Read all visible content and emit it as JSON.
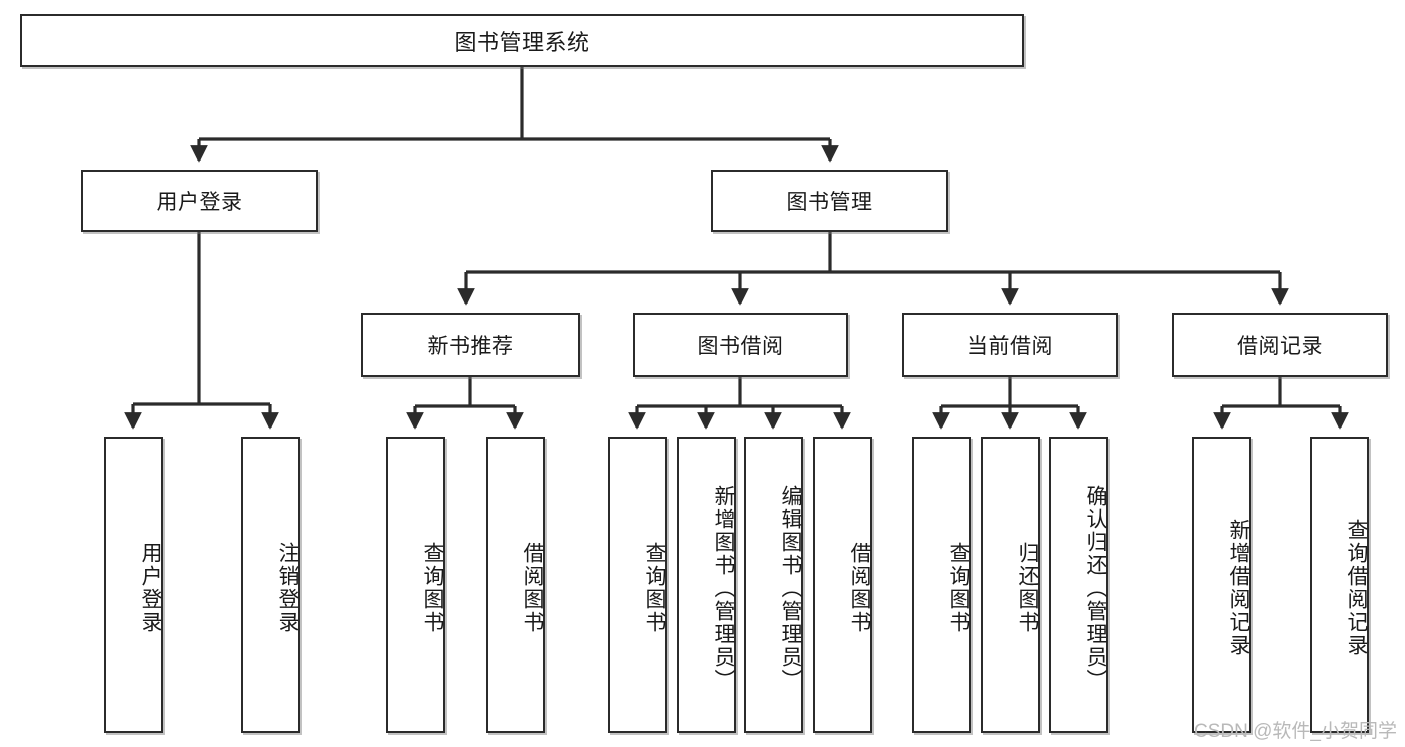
{
  "diagram": {
    "title": "图书管理系统",
    "type": "hierarchy-tree",
    "orientation": "top-down",
    "colors": {
      "box_border": "#2b2b2b",
      "box_fill": "#ffffff",
      "connector": "#2b2b2b",
      "text": "#1a1a1a",
      "watermark": "#b9b9b9"
    },
    "levels": [
      {
        "level": 1,
        "nodes": [
          {
            "id": "root",
            "label": "图书管理系统",
            "text_orientation": "horizontal"
          }
        ]
      },
      {
        "level": 2,
        "nodes": [
          {
            "id": "login",
            "label": "用户登录",
            "text_orientation": "horizontal"
          },
          {
            "id": "bookmgmt",
            "label": "图书管理",
            "text_orientation": "horizontal"
          }
        ]
      },
      {
        "level": 3,
        "nodes": [
          {
            "id": "newbook",
            "label": "新书推荐",
            "text_orientation": "horizontal"
          },
          {
            "id": "borrow",
            "label": "图书借阅",
            "text_orientation": "horizontal"
          },
          {
            "id": "current",
            "label": "当前借阅",
            "text_orientation": "horizontal"
          },
          {
            "id": "records",
            "label": "借阅记录",
            "text_orientation": "horizontal"
          }
        ]
      },
      {
        "level": 4,
        "nodes": [
          {
            "id": "leaf1",
            "label": "用户登录",
            "parent": "login",
            "text_orientation": "vertical"
          },
          {
            "id": "leaf2",
            "label": "注销登录",
            "parent": "login",
            "text_orientation": "vertical"
          },
          {
            "id": "leaf3",
            "label": "查询图书",
            "parent": "newbook",
            "text_orientation": "vertical"
          },
          {
            "id": "leaf4",
            "label": "借阅图书",
            "parent": "newbook",
            "text_orientation": "vertical"
          },
          {
            "id": "leaf5",
            "label": "查询图书",
            "parent": "borrow",
            "text_orientation": "vertical"
          },
          {
            "id": "leaf6",
            "label": "新增图书（管理员）",
            "parent": "borrow",
            "text_orientation": "vertical"
          },
          {
            "id": "leaf7",
            "label": "编辑图书（管理员）",
            "parent": "borrow",
            "text_orientation": "vertical"
          },
          {
            "id": "leaf8",
            "label": "借阅图书",
            "parent": "borrow",
            "text_orientation": "vertical"
          },
          {
            "id": "leaf9",
            "label": "查询图书",
            "parent": "current",
            "text_orientation": "vertical"
          },
          {
            "id": "leaf10",
            "label": "归还图书",
            "parent": "current",
            "text_orientation": "vertical"
          },
          {
            "id": "leaf11",
            "label": "确认归还（管理员）",
            "parent": "current",
            "text_orientation": "vertical"
          },
          {
            "id": "leaf12",
            "label": "新增借阅记录",
            "parent": "records",
            "text_orientation": "vertical"
          },
          {
            "id": "leaf13",
            "label": "查询借阅记录",
            "parent": "records",
            "text_orientation": "vertical"
          }
        ]
      }
    ],
    "edges": [
      {
        "from": "root",
        "to": "login"
      },
      {
        "from": "root",
        "to": "bookmgmt"
      },
      {
        "from": "login",
        "to": "leaf1"
      },
      {
        "from": "login",
        "to": "leaf2"
      },
      {
        "from": "bookmgmt",
        "to": "newbook"
      },
      {
        "from": "bookmgmt",
        "to": "borrow"
      },
      {
        "from": "bookmgmt",
        "to": "current"
      },
      {
        "from": "bookmgmt",
        "to": "records"
      },
      {
        "from": "newbook",
        "to": "leaf3"
      },
      {
        "from": "newbook",
        "to": "leaf4"
      },
      {
        "from": "borrow",
        "to": "leaf5"
      },
      {
        "from": "borrow",
        "to": "leaf6"
      },
      {
        "from": "borrow",
        "to": "leaf7"
      },
      {
        "from": "borrow",
        "to": "leaf8"
      },
      {
        "from": "current",
        "to": "leaf9"
      },
      {
        "from": "current",
        "to": "leaf10"
      },
      {
        "from": "current",
        "to": "leaf11"
      },
      {
        "from": "records",
        "to": "leaf12"
      },
      {
        "from": "records",
        "to": "leaf13"
      }
    ]
  },
  "watermark": {
    "text": "CSDN @软件_小贺同学"
  }
}
